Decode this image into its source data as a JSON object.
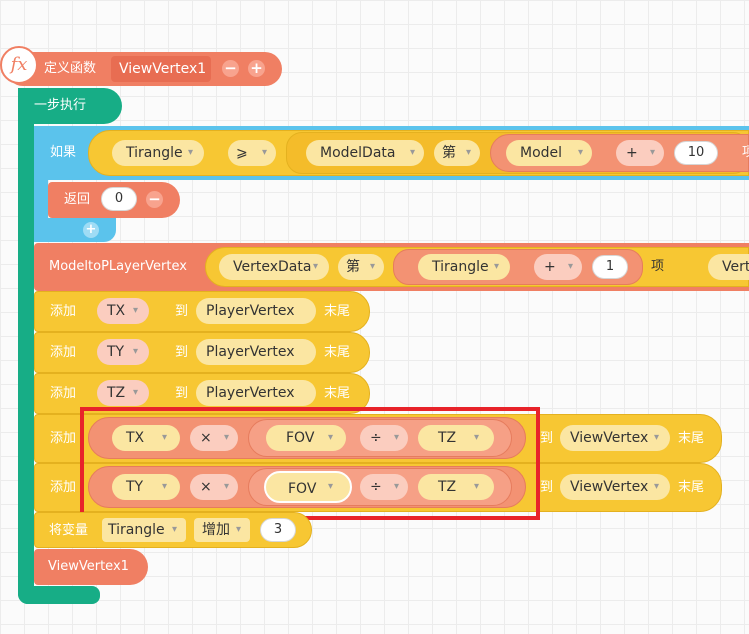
{
  "func": {
    "icon": "fx",
    "label": "定义函数",
    "name": "ViewVertex1",
    "minus": "−",
    "plus": "+"
  },
  "seq": {
    "label": "一步执行"
  },
  "if_block": {
    "label": "如果",
    "var": "Tirangle",
    "op": "⩾",
    "list": "ModelData",
    "nth": "第",
    "model": "Model",
    "plus": "+",
    "num": "10",
    "trail": "项"
  },
  "ret": {
    "label": "返回",
    "value": "0",
    "minus": "−"
  },
  "add_btn": "+",
  "model_row": {
    "label": "ModeltoPLayerVertex",
    "list": "VertexData",
    "nth": "第",
    "var": "Tirangle",
    "plus": "+",
    "num": "1",
    "trail": "项",
    "clip": "Verte"
  },
  "adds": [
    {
      "label": "添加",
      "var": "TX",
      "to": "到",
      "list": "PlayerVertex",
      "end": "末尾"
    },
    {
      "label": "添加",
      "var": "TY",
      "to": "到",
      "list": "PlayerVertex",
      "end": "末尾"
    },
    {
      "label": "添加",
      "var": "TZ",
      "to": "到",
      "list": "PlayerVertex",
      "end": "末尾"
    }
  ],
  "view_adds": [
    {
      "label": "添加",
      "a": "TX",
      "mul": "×",
      "fov": "FOV",
      "div": "÷",
      "tz": "TZ",
      "to": "到",
      "list": "ViewVertex",
      "end": "末尾"
    },
    {
      "label": "添加",
      "a": "TY",
      "mul": "×",
      "fov": "FOV",
      "div": "÷",
      "tz": "TZ",
      "to": "到",
      "list": "ViewVertex",
      "end": "末尾"
    }
  ],
  "change": {
    "label": "将变量",
    "var": "Tirangle",
    "op": "增加",
    "num": "3"
  },
  "call": {
    "label": "ViewVertex1"
  },
  "colors": {
    "coral": "#f07f63",
    "yellow": "#f7c733",
    "blue": "#5bc3ec",
    "green": "#17ad86",
    "highlight": "#e8232a"
  }
}
